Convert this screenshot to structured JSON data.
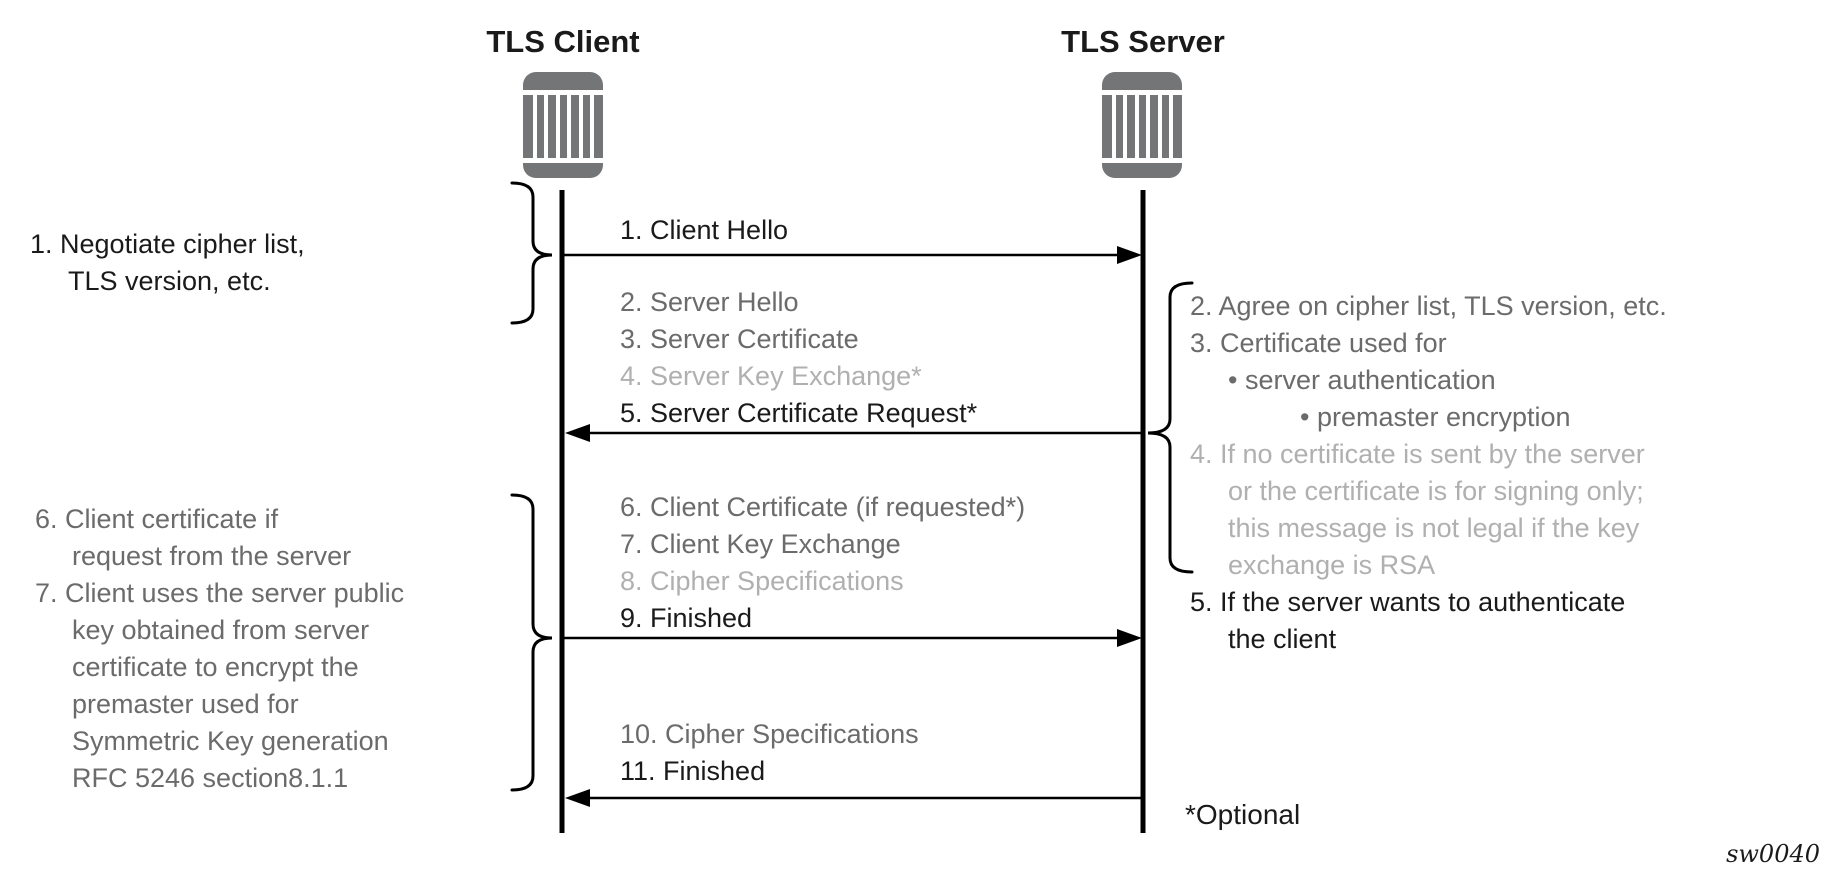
{
  "colors": {
    "background": "#ffffff",
    "text_black": "#1a1a1a",
    "text_gray": "#6b6b6b",
    "text_light_gray": "#b0b0b0",
    "icon_gray": "#737577",
    "line_black": "#000000"
  },
  "actors": {
    "client": {
      "label": "TLS Client"
    },
    "server": {
      "label": "TLS Server"
    }
  },
  "messages": {
    "flow1": {
      "direction": "client_to_server",
      "lines": [
        {
          "text": "1. Client Hello",
          "tone": "black"
        }
      ]
    },
    "flow2": {
      "direction": "server_to_client",
      "lines": [
        {
          "text": "2. Server Hello",
          "tone": "gray"
        },
        {
          "text": "3. Server Certificate",
          "tone": "gray"
        },
        {
          "text": "4. Server Key Exchange*",
          "tone": "light"
        },
        {
          "text": "5. Server Certificate Request*",
          "tone": "black"
        }
      ]
    },
    "flow3": {
      "direction": "client_to_server",
      "lines": [
        {
          "text": "6. Client Certificate (if requested*)",
          "tone": "gray"
        },
        {
          "text": "7. Client Key Exchange",
          "tone": "gray"
        },
        {
          "text": "8. Cipher Specifications",
          "tone": "light"
        },
        {
          "text": "9. Finished",
          "tone": "black"
        }
      ]
    },
    "flow4": {
      "direction": "server_to_client",
      "lines": [
        {
          "text": "10. Cipher Specifications",
          "tone": "gray"
        },
        {
          "text": "11. Finished",
          "tone": "black"
        }
      ]
    }
  },
  "left_notes": {
    "negotiate": {
      "lines": [
        {
          "text": "1. Negotiate cipher list,",
          "tone": "black"
        },
        {
          "text": "TLS version, etc.",
          "tone": "black"
        }
      ]
    },
    "client_cert": {
      "lines": [
        {
          "text": "6. Client certificate if",
          "tone": "gray"
        },
        {
          "text": "request from the server",
          "tone": "gray"
        },
        {
          "text": "7. Client uses the server public",
          "tone": "gray"
        },
        {
          "text": "key obtained from server",
          "tone": "gray"
        },
        {
          "text": "certificate to encrypt the",
          "tone": "gray"
        },
        {
          "text": "premaster used for",
          "tone": "gray"
        },
        {
          "text": "Symmetric Key generation",
          "tone": "gray"
        },
        {
          "text": "RFC 5246 section8.1.1",
          "tone": "gray"
        }
      ]
    }
  },
  "right_notes": {
    "server_side": {
      "lines": [
        {
          "text": "2. Agree on cipher list, TLS version, etc.",
          "tone": "gray"
        },
        {
          "text": "3. Certificate used for",
          "tone": "gray"
        },
        {
          "text": "• server authentication",
          "tone": "gray"
        },
        {
          "text": "• premaster encryption",
          "tone": "gray"
        },
        {
          "text": "4. If no certificate is sent by the server",
          "tone": "light"
        },
        {
          "text": "or the certificate is for signing only;",
          "tone": "light"
        },
        {
          "text": "this message is not legal if the key",
          "tone": "light"
        },
        {
          "text": "exchange is RSA",
          "tone": "light"
        },
        {
          "text": "5. If the server wants to authenticate",
          "tone": "black"
        },
        {
          "text": "the client",
          "tone": "black"
        }
      ]
    }
  },
  "footer": {
    "optional_note": "*Optional",
    "figure_id": "sw0040"
  }
}
